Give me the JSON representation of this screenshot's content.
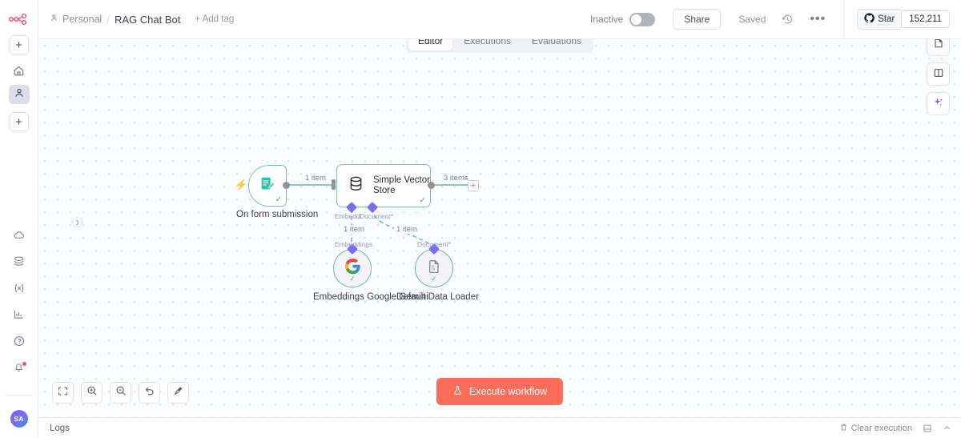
{
  "sidebar": {
    "logo_icon": "n8n-logo-icon",
    "top_items": [
      {
        "name": "add-workflow-button",
        "icon": "plus-icon",
        "label": "+"
      },
      {
        "name": "home-icon",
        "icon": "home-icon"
      },
      {
        "name": "personal-icon",
        "icon": "user-icon",
        "active": true
      },
      {
        "name": "add-project-button",
        "icon": "plus-icon",
        "label": "+"
      }
    ],
    "bottom_items": [
      {
        "name": "cloud-icon",
        "icon": "cloud-icon"
      },
      {
        "name": "templates-icon",
        "icon": "layers-icon"
      },
      {
        "name": "variables-icon",
        "icon": "variable-icon"
      },
      {
        "name": "insights-icon",
        "icon": "bar-chart-icon"
      },
      {
        "name": "help-icon",
        "icon": "question-circle-icon"
      },
      {
        "name": "notifications-icon",
        "icon": "bell-icon",
        "badge": true
      }
    ],
    "avatar_initials": "SA"
  },
  "header": {
    "breadcrumb_project": "Personal",
    "breadcrumb_separator": "/",
    "workflow_name": "RAG Chat Bot",
    "add_tag_label": "+ Add tag",
    "active_state_label": "Inactive",
    "toggle_on": false,
    "share_label": "Share",
    "saved_label": "Saved",
    "history_icon": "history-clock-icon",
    "more_icon": "ellipsis-icon",
    "github_star_label": "Star",
    "github_star_count": "152,211"
  },
  "tabs": [
    {
      "label": "Editor",
      "active": true
    },
    {
      "label": "Executions",
      "active": false
    },
    {
      "label": "Evaluations",
      "active": false
    }
  ],
  "canvas": {
    "nodes": [
      {
        "id": "form-trigger",
        "label": "On form submission",
        "icon": "form-edit-icon",
        "type": "trigger",
        "status": "success",
        "trigger_bolt": true
      },
      {
        "id": "simple-vector-store",
        "label": "Simple Vector Store",
        "icon": "database-cylinder-icon",
        "type": "main",
        "status": "success"
      },
      {
        "id": "embeddings-google-gemini",
        "label": "Embeddings Google Gemini",
        "icon": "google-g-icon",
        "type": "sub",
        "status": "success"
      },
      {
        "id": "default-data-loader",
        "label": "Default Data Loader",
        "icon": "binary-document-icon",
        "type": "sub",
        "status": "success"
      }
    ],
    "connections": [
      {
        "from": "form-trigger",
        "to": "simple-vector-store",
        "label": "1 item"
      },
      {
        "from": "simple-vector-store",
        "to": "plus-endpoint",
        "label": "3 items"
      },
      {
        "from": "embeddings-google-gemini",
        "to": "simple-vector-store",
        "label": "1 item"
      },
      {
        "from": "default-data-loader",
        "to": "simple-vector-store",
        "label": "1 item"
      }
    ],
    "port_labels": {
      "embedding": "Embeddi",
      "document_top": "Document*",
      "embeddings": "Embeddings",
      "document": "Document*"
    },
    "plus_endpoint_label": "+",
    "collapse_handle_icon": "chevron-right-icon"
  },
  "canvas_controls": [
    {
      "name": "fit-view-button",
      "icon": "fit-screen-icon"
    },
    {
      "name": "zoom-in-button",
      "icon": "zoom-in-icon"
    },
    {
      "name": "zoom-out-button",
      "icon": "zoom-out-icon"
    },
    {
      "name": "reset-zoom-button",
      "icon": "undo-icon"
    },
    {
      "name": "tidy-up-button",
      "icon": "broom-icon"
    }
  ],
  "execute": {
    "label": "Execute workflow",
    "icon": "flask-icon",
    "color": "#ff6d5a"
  },
  "right_panel": [
    {
      "name": "add-node-button",
      "icon": "plus-icon",
      "glyph": "+",
      "highlighted": true
    },
    {
      "name": "add-sticky-note-button",
      "icon": "sticky-note-icon",
      "glyph": ""
    },
    {
      "name": "toggle-panel-button",
      "icon": "panel-layout-icon",
      "glyph": ""
    },
    {
      "name": "ai-assistant-button",
      "icon": "ai-sparkle-icon",
      "glyph": ""
    }
  ],
  "logs_bar": {
    "logs_label": "Logs",
    "clear_execution_label": "Clear execution",
    "trash_icon": "trash-icon",
    "panel_icon": "panel-icon",
    "chevron_icon": "chevron-up-icon"
  },
  "colors": {
    "accent_red": "#ff6d5a",
    "node_border_green": "#7fc4a8",
    "sub_node_purple": "#7b6ef6",
    "highlight_box": "#e01b1b"
  }
}
